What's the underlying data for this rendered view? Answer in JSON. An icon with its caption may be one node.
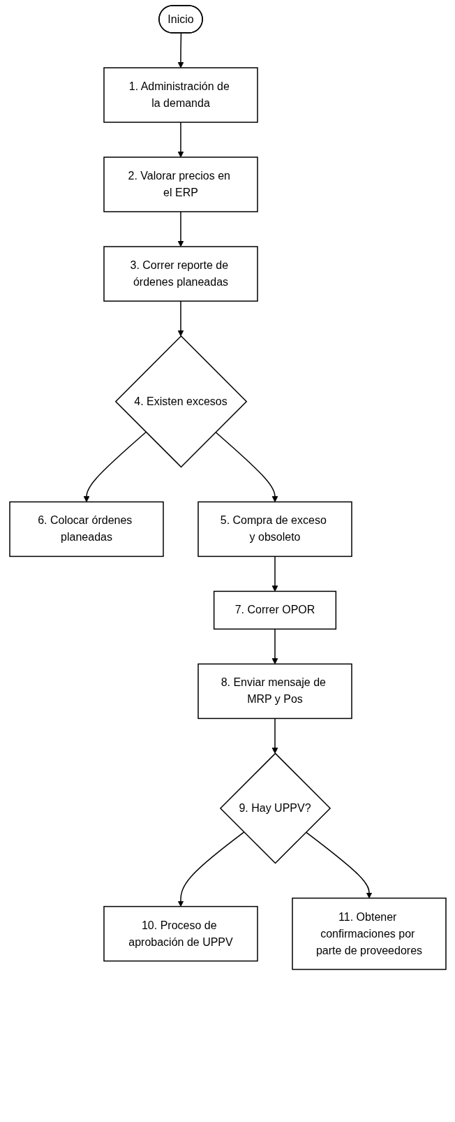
{
  "diagram": {
    "nodes": [
      {
        "text": [
          "Inicio"
        ]
      },
      {
        "text": [
          "1. Administración de la demanda"
        ]
      },
      {
        "text": [
          "2. Valorar precios en el ERP"
        ]
      },
      {
        "text": [
          "3. Correr reporte de órdenes planeadas"
        ]
      },
      {
        "text": [
          "4. Existen excesos"
        ]
      },
      {
        "text": [
          "6. Colocar órdenes planeadas"
        ]
      },
      {
        "text": [
          "5. Compra de exceso y obsoleto"
        ]
      },
      {
        "text": [
          "7. Correr OPOR"
        ]
      },
      {
        "text": [
          "8. Enviar mensaje de MRP y Pos"
        ]
      },
      {
        "text": [
          "9. Hay UPPV?"
        ]
      },
      {
        "text": [
          "10. Proceso de aprobación de UPPV"
        ]
      },
      {
        "text": [
          "11. Obtener confirmaciones por parte de proveedores"
        ]
      }
    ],
    "edges": [
      {
        "from": 0,
        "to": 1,
        "arrow": "to"
      },
      {
        "from": 1,
        "to": 2,
        "arrow": "to"
      },
      {
        "from": 2,
        "to": 3,
        "arrow": "to"
      },
      {
        "from": 3,
        "to": 4,
        "arrow": "to"
      },
      {
        "from": 4,
        "to": 5,
        "arrow": "to"
      },
      {
        "from": 4,
        "to": 6,
        "arrow": "to"
      },
      {
        "from": 6,
        "to": 7,
        "arrow": "to"
      },
      {
        "from": 7,
        "to": 8,
        "arrow": "to"
      },
      {
        "from": 8,
        "to": 9,
        "arrow": "to"
      },
      {
        "from": 9,
        "to": 10,
        "arrow": "to"
      },
      {
        "from": 9,
        "to": 11,
        "arrow": "to"
      }
    ]
  }
}
